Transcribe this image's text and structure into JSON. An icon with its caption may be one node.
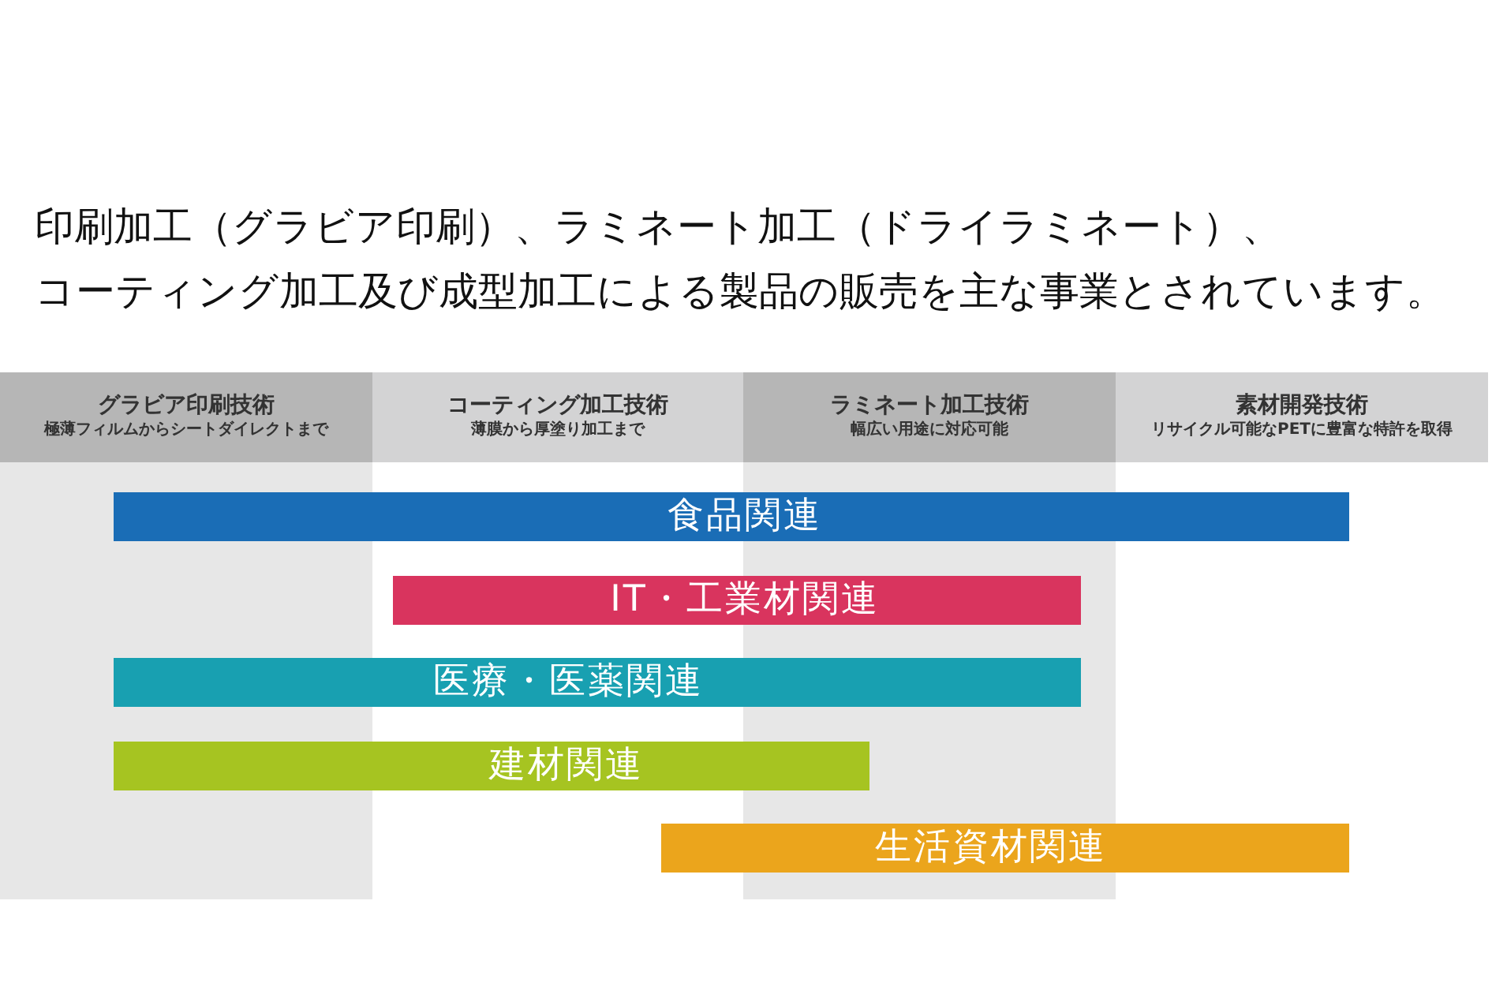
{
  "diagram": {
    "title": "印刷加工（グラビア印刷）、ラミネート加工（ドライラミネート）、コーティング加工及び成型加工による製品の販売を主な事業とされています。",
    "nodes": [
      {
        "text": [
          "グラビア印刷技術",
          "極薄フィルムからシートダイレクトまで"
        ]
      },
      {
        "text": [
          "コーティング加工技術",
          "薄膜から厚塗り加工まで"
        ]
      },
      {
        "text": [
          "ラミネート加工技術",
          "幅広い用途に対応可能"
        ]
      },
      {
        "text": [
          "素材開発技術",
          "リサイクル可能なPETに豊富な特許を取得"
        ]
      },
      {
        "text": [
          "食品関連"
        ]
      },
      {
        "text": [
          "IT・工業材関連"
        ]
      },
      {
        "text": [
          "医療・医薬関連"
        ]
      },
      {
        "text": [
          "建材関連"
        ]
      },
      {
        "text": [
          "生活資材関連"
        ]
      }
    ]
  }
}
